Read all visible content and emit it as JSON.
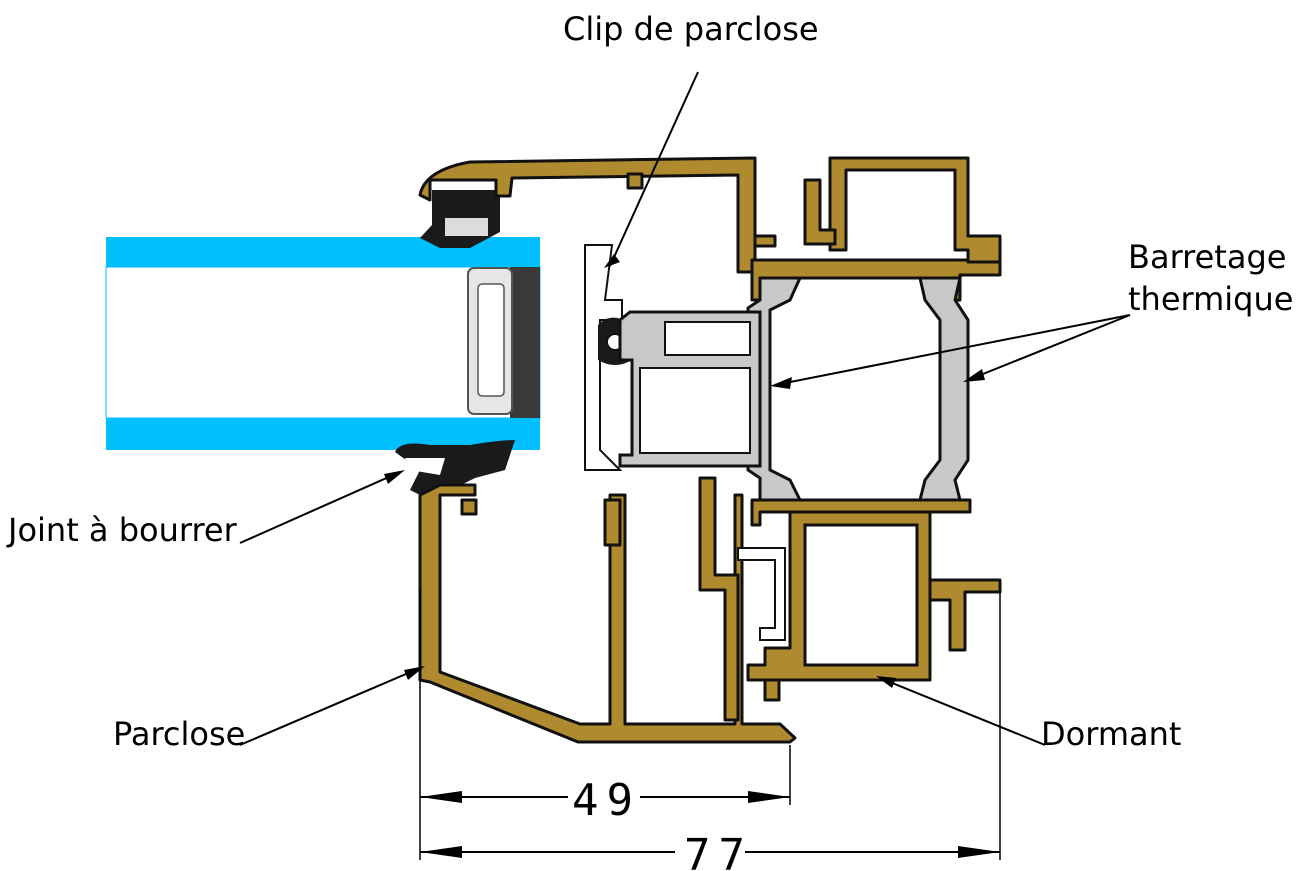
{
  "labels": {
    "clip": "Clip de parclose",
    "barretage_line1": "Barretage",
    "barretage_line2": "thermique",
    "joint": "Joint à bourrer",
    "parclose": "Parclose",
    "dormant": "Dormant"
  },
  "dimensions": {
    "inner": "49",
    "outer": "77"
  },
  "colors": {
    "aluminium": "#b08a2e",
    "glass": "#00bfff",
    "barrier": "#c8c8c8",
    "gasket": "#1a1a1a"
  }
}
